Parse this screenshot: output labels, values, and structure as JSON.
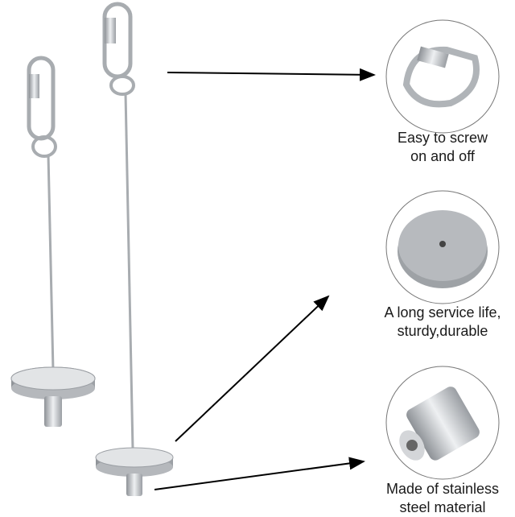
{
  "features": [
    {
      "icon": "quick-link-carabiner",
      "caption_line1": "Easy to screw",
      "caption_line2": "on and off"
    },
    {
      "icon": "round-base-disc",
      "caption_line1": "A long service life,",
      "caption_line2": "sturdy,durable"
    },
    {
      "icon": "knurled-knob",
      "caption_line1": "Made of stainless",
      "caption_line2": "steel material"
    }
  ],
  "colors": {
    "metal": "#c9ccd0",
    "metal_dark": "#8d9196",
    "text": "#1a1a1a",
    "arrow": "#000000"
  }
}
